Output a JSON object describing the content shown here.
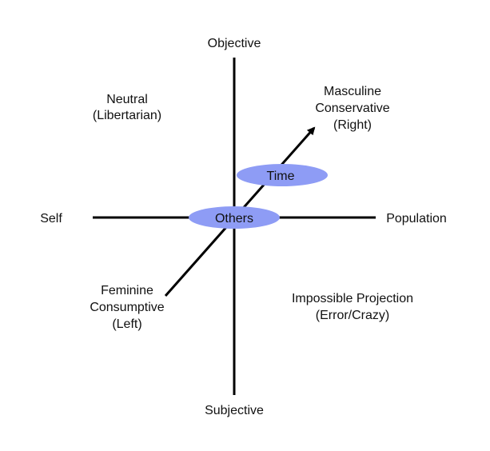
{
  "axes": {
    "top": "Objective",
    "bottom": "Subjective",
    "left": "Self",
    "right": "Population"
  },
  "quadrants": {
    "top_left": [
      "Neutral",
      "(Libertarian)"
    ],
    "top_right": [
      "Masculine",
      "Conservative",
      "(Right)"
    ],
    "bottom_left": [
      "Feminine",
      "Consumptive",
      "(Left)"
    ],
    "bottom_right": [
      "Impossible Projection",
      "(Error/Crazy)"
    ]
  },
  "nodes": {
    "time": "Time",
    "others": "Others"
  },
  "colors": {
    "ellipse_fill": "#8E9CF5",
    "line": "#000000",
    "text": "#111111"
  }
}
